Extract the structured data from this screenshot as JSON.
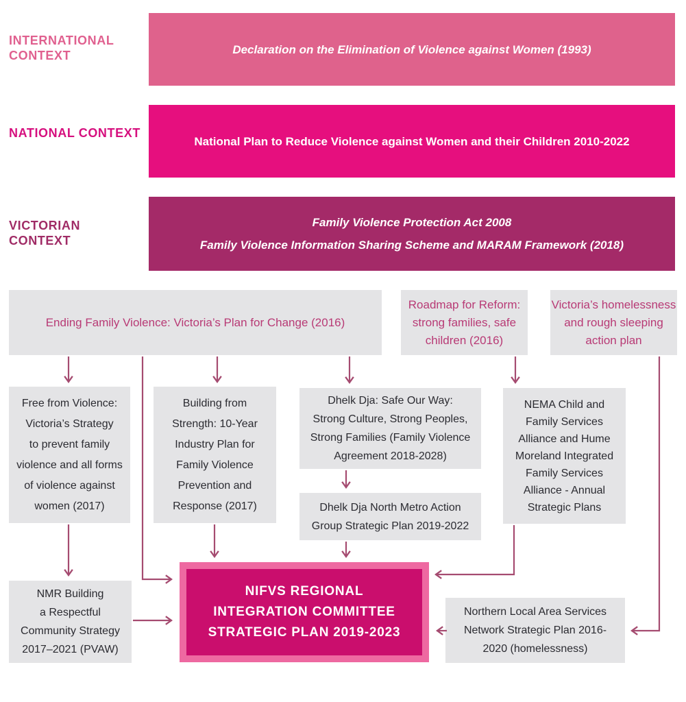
{
  "colors": {
    "international_bar": "#df628c",
    "international_label": "#e0608f",
    "national_bar": "#e60f7e",
    "national_label": "#d60f7e",
    "victorian_bar": "#a42a68",
    "victorian_label": "#a02c66",
    "gray_box": "#e4e4e6",
    "gray_box_accent_text": "#b83a75",
    "dark_text": "#2b2b31",
    "arrow": "#a54b70",
    "nifvs_fill": "#ca0e6d",
    "nifvs_border": "#ee69a1",
    "bar_text": "#ffffff"
  },
  "context_rows": [
    {
      "label": "INTERNATIONAL CONTEXT",
      "items": [
        "Declaration on the Elimination of Violence against Women (1993)"
      ]
    },
    {
      "label": "NATIONAL CONTEXT",
      "items": [
        "National Plan to Reduce Violence against Women and their Children 2010-2022"
      ]
    },
    {
      "label": "VICTORIAN CONTEXT",
      "items": [
        "Family Violence Protection Act 2008",
        "Family Violence Information Sharing Scheme and MARAM Framework (2018)"
      ]
    }
  ],
  "plans": {
    "ending": "Ending Family Violence: Victoria’s Plan for Change (2016)",
    "roadmap": "Roadmap for Reform:\nstrong families, safe\nchildren (2016)",
    "homelessness": "Victoria’s homelessness\nand rough sleeping\naction plan",
    "free_from_violence": "Free from Violence:\nVictoria’s Strategy\nto prevent family\nviolence and all forms\nof violence against\nwomen (2017)",
    "building_from_strength": "Building from\nStrength: 10-Year\nIndustry Plan for\nFamily Violence\nPrevention and\nResponse (2017)",
    "dhelk_dja": "Dhelk Dja: Safe Our Way:\nStrong Culture, Strong Peoples,\nStrong Families (Family Violence\nAgreement 2018-2028)",
    "nema": "NEMA Child and\nFamily Services\nAlliance and Hume\nMoreland Integrated\nFamily Services\nAlliance - Annual\nStrategic Plans",
    "dhelk_dja_north": "Dhelk Dja North Metro Action\nGroup Strategic Plan 2019-2022",
    "nmr": "NMR Building\na Respectful\nCommunity Strategy\n2017–2021 (PVAW)",
    "northern": "Northern Local Area Services\nNetwork Strategic Plan 2016-\n2020 (homelessness)",
    "nifvs": "NIFVS REGIONAL\nINTEGRATION COMMITTEE\nSTRATEGIC PLAN 2019-2023"
  }
}
